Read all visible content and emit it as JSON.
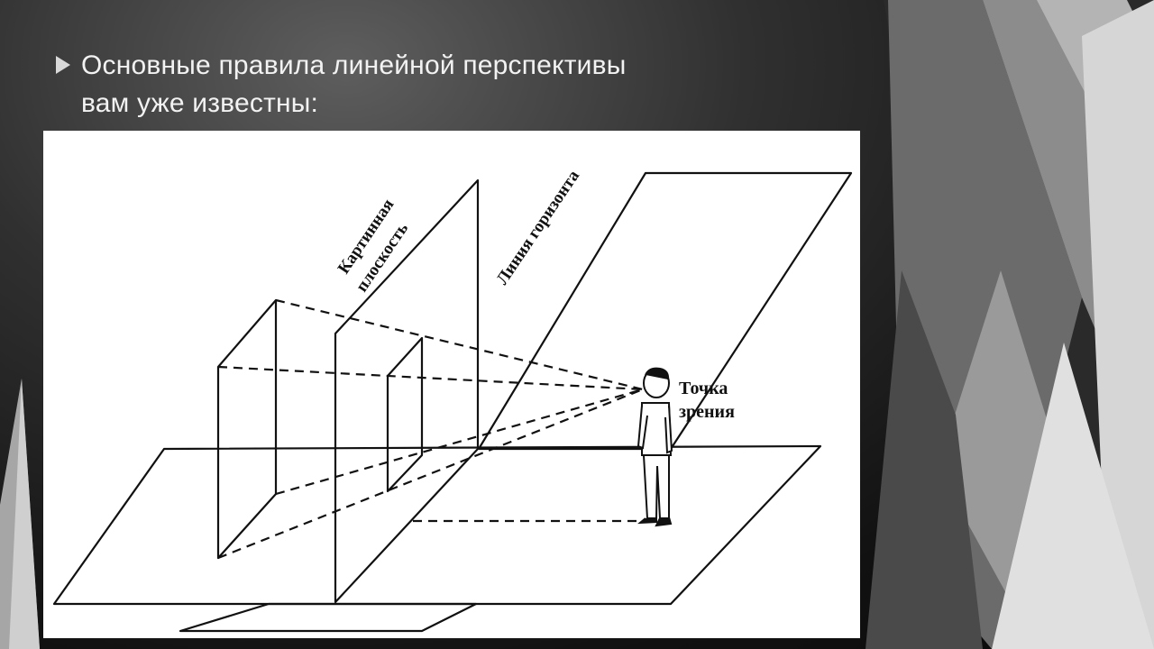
{
  "slide": {
    "bullet_text": "Основные правила линейной перспективы\nвам уже известны:"
  },
  "diagram": {
    "labels": {
      "picture_plane_line1": "Картинная",
      "picture_plane_line2": "плоскость",
      "horizon_line": "Линия горизонта",
      "viewpoint_line1": "Точка",
      "viewpoint_line2": "зрения"
    }
  }
}
